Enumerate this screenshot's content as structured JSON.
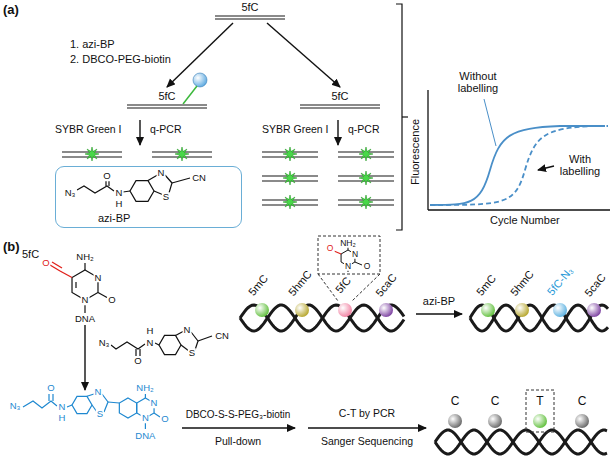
{
  "diagram": {
    "nodes": [
      {
        "text": [
          "5fC"
        ]
      },
      {
        "text": [
          "5fC"
        ]
      },
      {
        "text": [
          "5fC"
        ]
      },
      {
        "text": [
          "azi-BP"
        ]
      }
    ],
    "edges": [
      {
        "from": 0,
        "to": 1,
        "arrow": "to"
      },
      {
        "from": 0,
        "to": 2,
        "arrow": "to"
      }
    ],
    "labels": [
      "(a)",
      "1. azi-BP",
      "2. DBCO-PEG-biotin",
      "SYBR Green I",
      "q-PCR",
      "SYBR Green I",
      "q-PCR",
      "N₃",
      "O",
      "N",
      "H",
      "S",
      "N",
      "CN",
      "Fluorescence",
      "Without labelling",
      "With labelling",
      "Cycle Number",
      "(b)",
      "5fC",
      "NH₂",
      "O",
      "N",
      "O",
      "N",
      "DNA",
      "N₃",
      "H",
      "N",
      "O",
      "S",
      "N",
      "CN",
      "N₃",
      "N",
      "H",
      "O",
      "N",
      "S",
      "NH₂",
      "N",
      "N",
      "O",
      "DNA",
      "5mC",
      "5hmC",
      "5fC",
      "5caC",
      "NH₂",
      "O",
      "N",
      "O",
      "N",
      "azi-BP",
      "5mC",
      "5hmC",
      "5fC-N₃",
      "5caC",
      "DBCO-S-S-PEG₃-biotin",
      "Pull-down",
      "C-T by PCR",
      "Sanger Sequencing",
      "C",
      "C",
      "T",
      "C"
    ]
  }
}
